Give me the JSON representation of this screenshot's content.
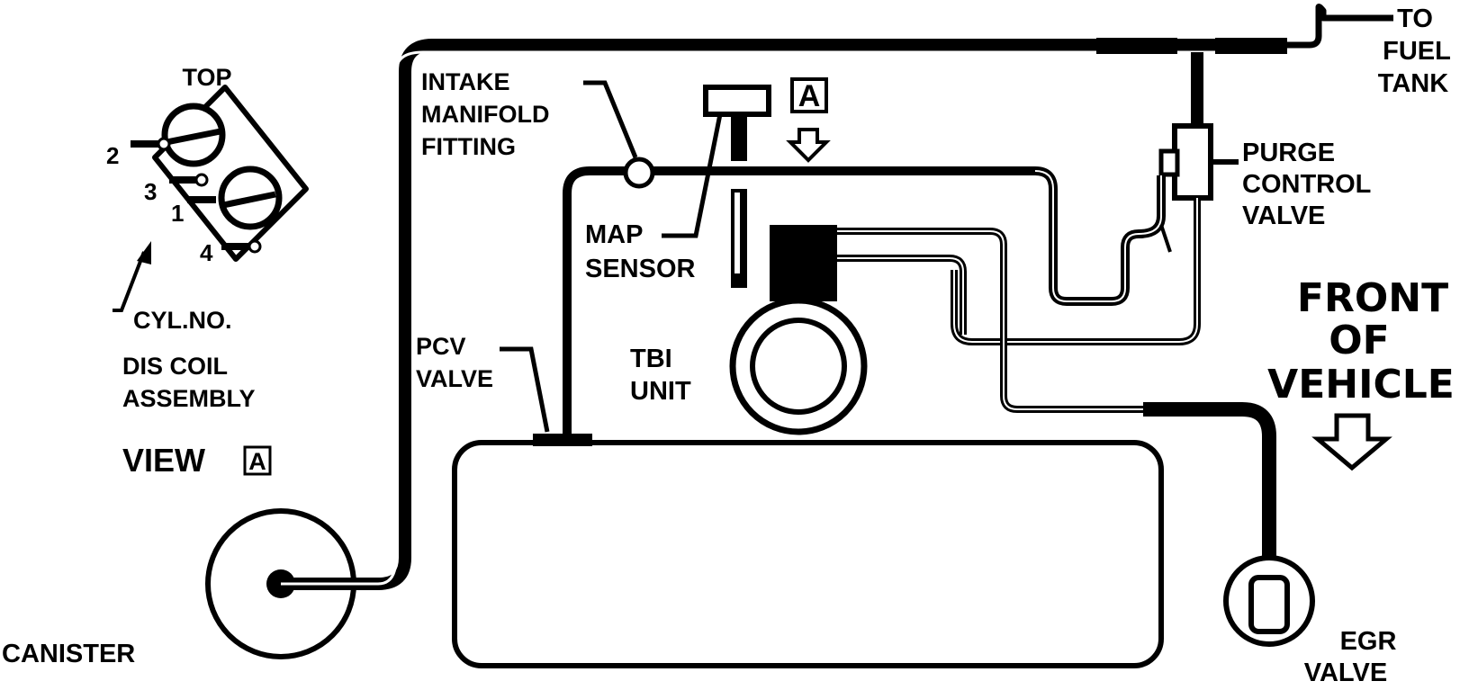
{
  "labels": {
    "to_fuel_tank": [
      "TO",
      "FUEL",
      "TANK"
    ],
    "purge_control_valve": [
      "PURGE",
      "CONTROL",
      "VALVE"
    ],
    "front_of_vehicle": [
      "FRONT",
      "OF",
      "VEHICLE"
    ],
    "intake_manifold_fitting": [
      "INTAKE",
      "MANIFOLD",
      "FITTING"
    ],
    "map_sensor": [
      "MAP",
      "SENSOR"
    ],
    "tbi_unit": [
      "TBI",
      "UNIT"
    ],
    "pcv_valve": [
      "PCV",
      "VALVE"
    ],
    "canister": "CANISTER",
    "egr_valve": [
      "EGR",
      "VALVE"
    ],
    "top": "TOP",
    "cyl_no": "CYL.NO.",
    "dis_coil_assembly": [
      "DIS COIL",
      "ASSEMBLY"
    ],
    "view": "VIEW",
    "view_marker": "A",
    "cylinder_numbers": [
      "2",
      "3",
      "1",
      "4"
    ]
  }
}
